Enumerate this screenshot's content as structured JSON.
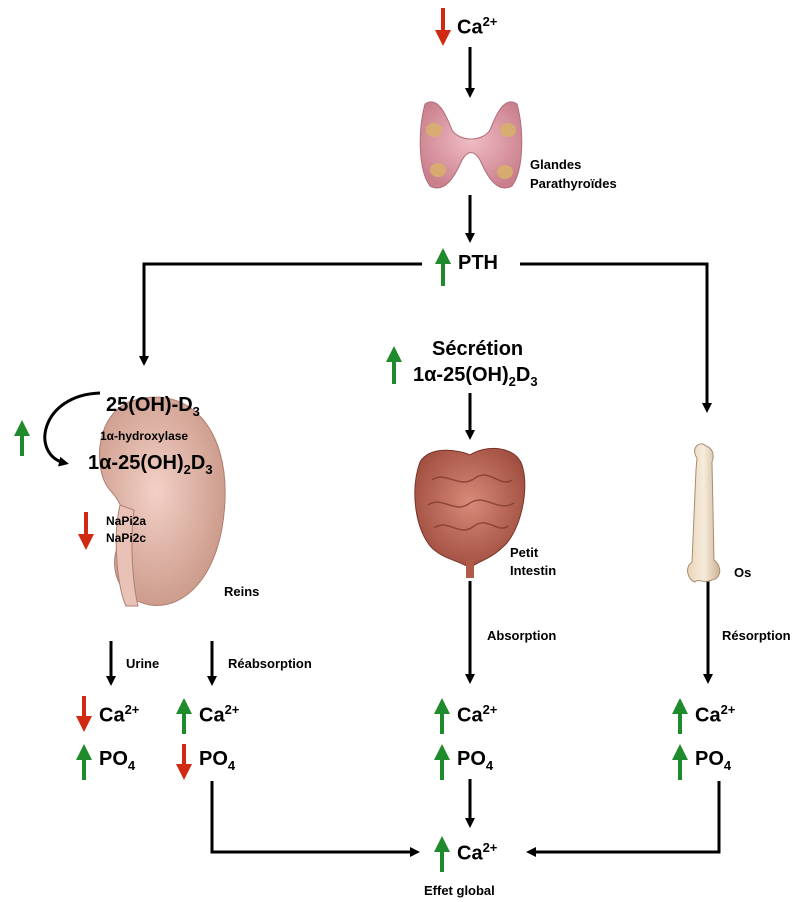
{
  "top": {
    "ion": "Ca",
    "charge": "2+"
  },
  "glands": {
    "line1": "Glandes",
    "line2": "Parathyroïdes"
  },
  "pth": {
    "label": "PTH"
  },
  "secretion": {
    "title": "Sécrétion",
    "hormone": "1α-25(OH)",
    "sub": "2",
    "suffix": "D",
    "sub2": "3"
  },
  "kidney": {
    "precursor": "25(OH)-D",
    "precursor_sub": "3",
    "enzyme": "1α-hydroxylase",
    "product": "1α-25(OH)",
    "product_sub": "2",
    "product_suffix": "D",
    "product_sub2": "3",
    "transporter1": "NaPi2a",
    "transporter2": "NaPi2c",
    "organ": "Reins",
    "urine": "Urine",
    "reabsorption": "Réabsorption"
  },
  "intestine": {
    "line1": "Petit",
    "line2": "Intestin",
    "process": "Absorption"
  },
  "bone": {
    "organ": "Os",
    "process": "Résorption"
  },
  "ions": {
    "ca": "Ca",
    "ca_charge": "2+",
    "po": "PO",
    "po_sub": "4"
  },
  "global": {
    "ion": "Ca",
    "charge": "2+",
    "label": "Effet global"
  },
  "colors": {
    "up": "#1f8a2b",
    "down": "#d12a12",
    "arrow": "#000000"
  }
}
